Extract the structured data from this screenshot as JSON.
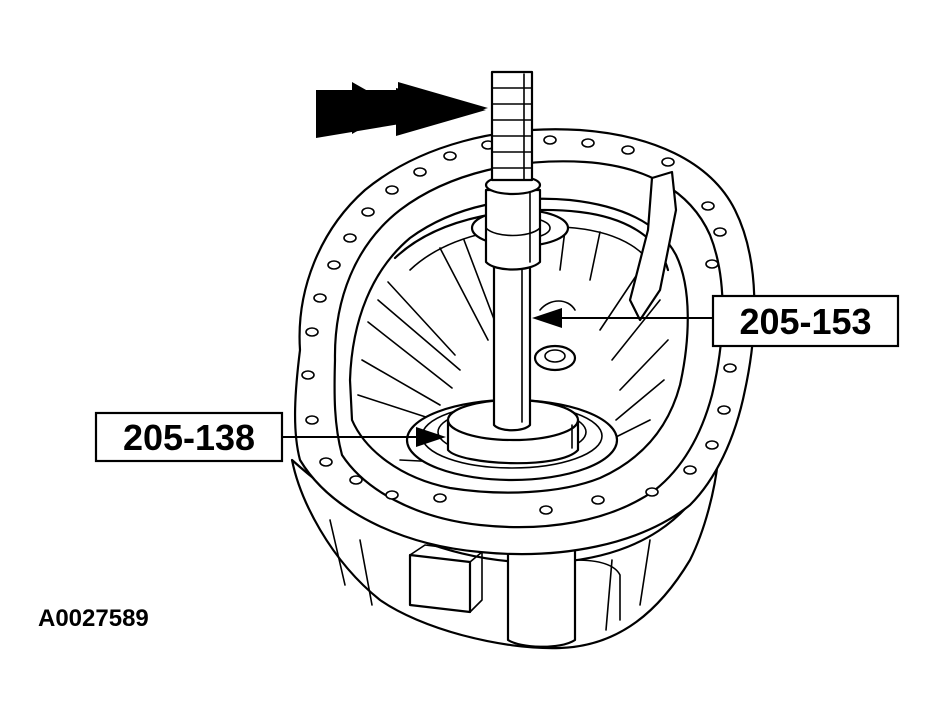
{
  "figure": {
    "id": "A0027589"
  },
  "callouts": [
    {
      "key": "tool_upper",
      "label": "205-153"
    },
    {
      "key": "tool_lower",
      "label": "205-138"
    }
  ],
  "colors": {
    "ink": "#000000",
    "paper": "#ffffff"
  },
  "icons": {
    "direction": "double-arrow-right-icon"
  }
}
